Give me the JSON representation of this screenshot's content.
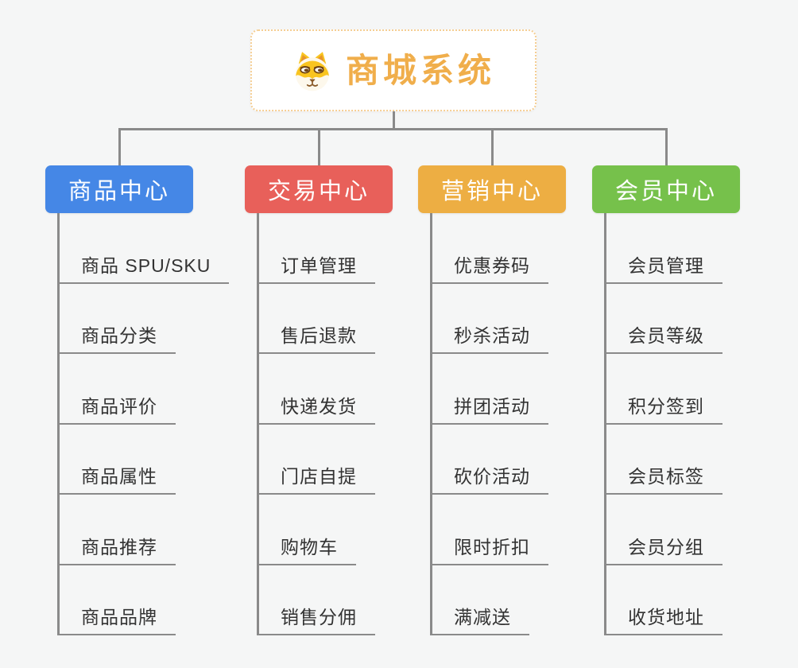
{
  "root": {
    "title": "商城系统",
    "icon": "shiba-dog-icon"
  },
  "branches": [
    {
      "id": "product-center",
      "label": "商品中心",
      "color": "#4587E6",
      "items": [
        "商品 SPU/SKU",
        "商品分类",
        "商品评价",
        "商品属性",
        "商品推荐",
        "商品品牌"
      ]
    },
    {
      "id": "trade-center",
      "label": "交易中心",
      "color": "#E8605A",
      "items": [
        "订单管理",
        "售后退款",
        "快递发货",
        "门店自提",
        "购物车",
        "销售分佣"
      ]
    },
    {
      "id": "marketing-center",
      "label": "营销中心",
      "color": "#EDAE43",
      "items": [
        "优惠券码",
        "秒杀活动",
        "拼团活动",
        "砍价活动",
        "限时折扣",
        "满减送"
      ]
    },
    {
      "id": "member-center",
      "label": "会员中心",
      "color": "#76C14B",
      "items": [
        "会员管理",
        "会员等级",
        "积分签到",
        "会员标签",
        "会员分组",
        "收货地址"
      ]
    }
  ],
  "colors": {
    "background": "#F5F6F6",
    "connector": "#8A8A8A",
    "root_border": "#F5CE93",
    "root_text": "#F0AE4B",
    "leaf_text": "#333333",
    "header_text": "#FFFFFF"
  }
}
